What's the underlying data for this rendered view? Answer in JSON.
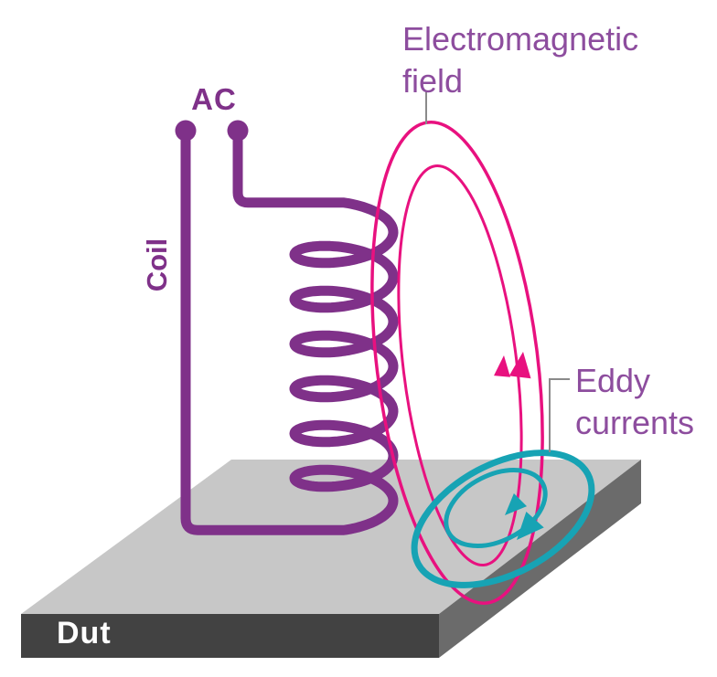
{
  "labels": {
    "ac": "AC",
    "coil": "Coil",
    "field": "Electromagnetic field",
    "eddy": "Eddy currents",
    "dut": "Dut"
  },
  "colors": {
    "wire_purple": "#7f3189",
    "text_purple": "#8d4d9e",
    "field_pink": "#e8117f",
    "eddy_teal": "#17a3b4",
    "plate_top": "#c7c7c7",
    "plate_front": "#424242",
    "plate_side": "#6b6b6b",
    "leader_gray": "#8a8a8a",
    "dut_text": "#ffffff"
  }
}
